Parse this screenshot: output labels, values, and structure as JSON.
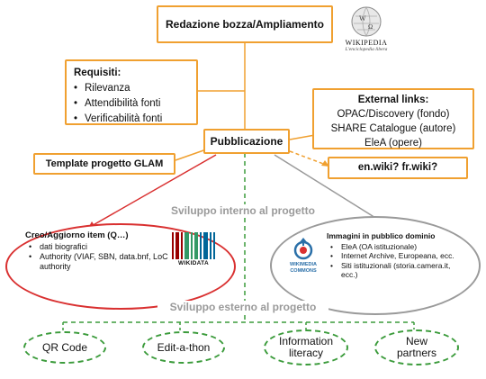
{
  "top_box": {
    "label": "Redazione bozza/Ampliamento"
  },
  "wikipedia_logo": {
    "name": "WIKIPEDIA",
    "tagline": "L'enciclopedia libera"
  },
  "requisiti": {
    "title": "Requisiti:",
    "items": [
      "Rilevanza",
      "Attendibilità fonti",
      "Verificabilità fonti"
    ]
  },
  "pubblicazione": {
    "label": "Pubblicazione"
  },
  "external_links": {
    "title": "External links:",
    "items": [
      "OPAC/Discovery (fondo)",
      "SHARE Catalogue (autore)",
      "EleA (opere)"
    ]
  },
  "template_glam": {
    "label": "Template progetto GLAM"
  },
  "en_fr_wiki": {
    "label": "en.wiki? fr.wiki?"
  },
  "sviluppo_interno": {
    "label": "Sviluppo interno al progetto"
  },
  "sviluppo_esterno": {
    "label": "Sviluppo esterno al progetto"
  },
  "wikidata_oval": {
    "title": "Creo/Aggiorno item (Q…)",
    "items": [
      "dati biografici",
      "Authority (VIAF, SBN, data.bnf, LoC authority"
    ]
  },
  "wikidata_logo": {
    "name": "WIKIDATA"
  },
  "commons_oval": {
    "title": "Immagini in pubblico dominio",
    "items": [
      "EleA (OA istituzionale)",
      "Internet Archive, Europeana, ecc.",
      "Siti istituzionali (storia.camera.it, ecc.)"
    ]
  },
  "commons_logo": {
    "line1": "WIKIMEDIA",
    "line2": "COMMONS"
  },
  "bottom_items": [
    "QR Code",
    "Edit-a-thon",
    "Information literacy",
    "New partners"
  ],
  "colors": {
    "orange": "#f0a030",
    "red": "#d93030",
    "grey": "#9a9a9a",
    "green": "#3b9b3b",
    "commons_blue": "#2a6fa8"
  }
}
